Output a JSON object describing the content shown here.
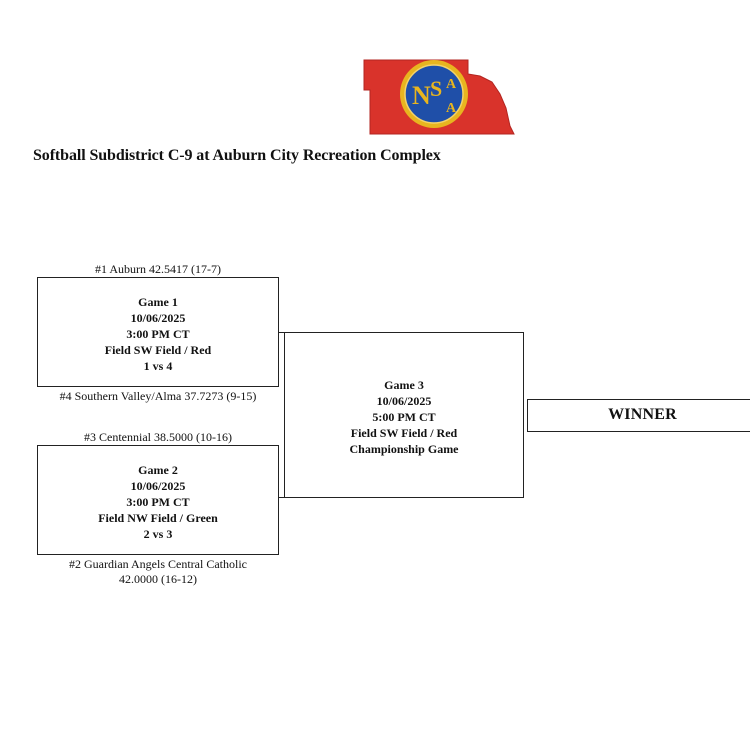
{
  "header": {
    "logo_text": "NSAA",
    "title": "Softball Subdistrict C-9 at Auburn City Recreation Complex"
  },
  "colors": {
    "state_fill": "#d9332b",
    "seal_blue": "#1f4fa8",
    "seal_gold": "#e8b51f",
    "line": "#222222"
  },
  "bracket": {
    "game1": {
      "top_seed": "#1 Auburn 42.5417 (17-7)",
      "bottom_seed": "#4 Southern Valley/Alma 37.7273 (9-15)",
      "name": "Game 1",
      "date": "10/06/2025",
      "time": "3:00 PM CT",
      "field": "Field SW Field / Red",
      "matchup": "1 vs 4"
    },
    "game2": {
      "top_seed": "#3 Centennial 38.5000 (10-16)",
      "bottom_seed_line1": "#2 Guardian Angels Central Catholic",
      "bottom_seed_line2": "42.0000 (16-12)",
      "name": "Game 2",
      "date": "10/06/2025",
      "time": "3:00 PM CT",
      "field": "Field NW Field / Green",
      "matchup": "2 vs 3"
    },
    "game3": {
      "name": "Game 3",
      "date": "10/06/2025",
      "time": "5:00 PM CT",
      "field": "Field SW Field / Red",
      "label": "Championship Game"
    },
    "winner": "WINNER"
  }
}
